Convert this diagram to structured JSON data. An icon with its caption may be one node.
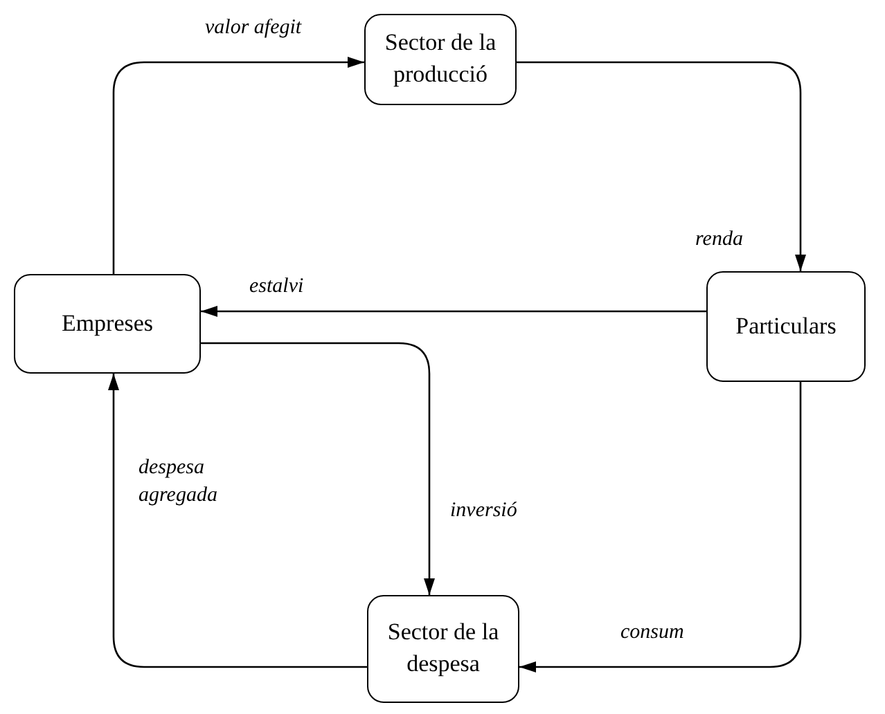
{
  "diagram": {
    "nodes": [
      {
        "text": [
          "Sector de la producció"
        ]
      },
      {
        "text": [
          "Empreses"
        ]
      },
      {
        "text": [
          "Particulars"
        ]
      },
      {
        "text": [
          "Sector de la despesa"
        ]
      }
    ],
    "edges": [
      {
        "from": 1,
        "to": 0,
        "arrow": "to",
        "label": "valor afegit"
      },
      {
        "from": 0,
        "to": 2,
        "arrow": "to",
        "label": "renda"
      },
      {
        "from": 2,
        "to": 1,
        "arrow": "to",
        "label": "estalvi"
      },
      {
        "from": 1,
        "to": 3,
        "arrow": "to",
        "label": "inversió"
      },
      {
        "from": 2,
        "to": 3,
        "arrow": "to",
        "label": "consum"
      },
      {
        "from": 3,
        "to": 1,
        "arrow": "to",
        "label": "despesa agregada"
      }
    ]
  }
}
